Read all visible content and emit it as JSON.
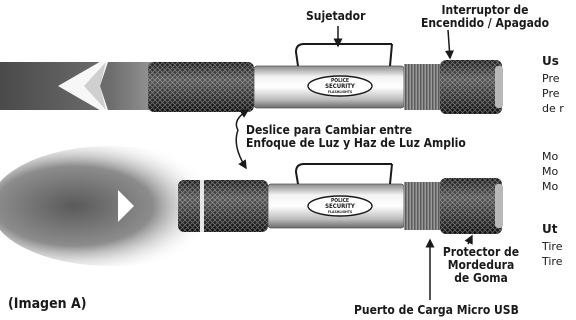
{
  "labels": {
    "clip": "Sujetador",
    "power_switch_line1": "Interruptor de",
    "power_switch_line2": "Encendido / Apagado",
    "slide_line1": "Deslice para Cambiar entre",
    "slide_line2": "Enfoque de Luz y Haz de Luz Amplio",
    "bite_line1": "Protector de",
    "bite_line2": "Mordedura",
    "bite_line3": "de Goma",
    "usb_port": "Puerto de Carga Micro USB",
    "image_label": "(Imagen A)"
  },
  "brand": {
    "line1": "POLICE",
    "line2": "SECURITY",
    "line3": "FLASHLIGHTS"
  },
  "right_panel": {
    "heading1": "Us",
    "line1": "Pre",
    "line2": "Pre",
    "line3": "de r",
    "line4": "Mo",
    "line5": "Mo",
    "line6": "Mo",
    "heading2": "Ut",
    "line7": "Tire",
    "line8": "Tire"
  }
}
